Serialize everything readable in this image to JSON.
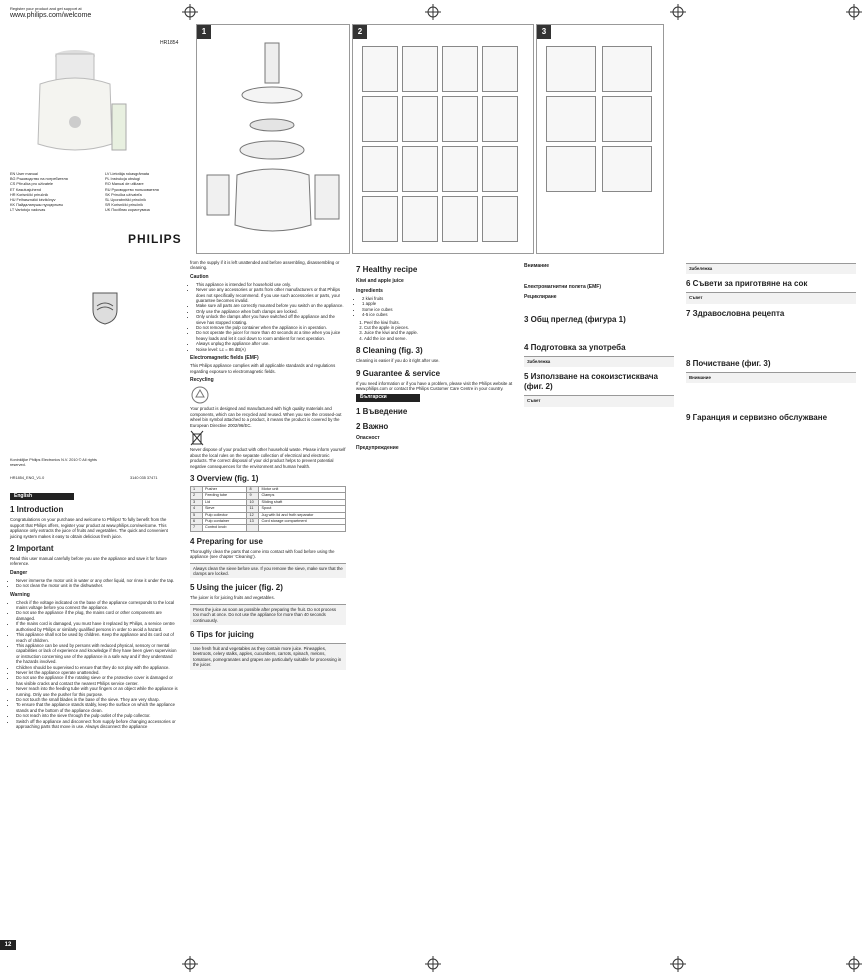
{
  "header": {
    "register_line": "Register your product and get support at",
    "url": "www.philips.com/welcome",
    "model": "HR1854",
    "brand": "PHILIPS",
    "footer_model_code": "HR1854_ENG_V1.0",
    "barcode_number": "3140 035 37471",
    "address": "Koninklijke Philips Electronics N.V. 2010 © All rights reserved."
  },
  "languages": [
    "EN User manual",
    "BG Ръководство на потребителя",
    "CS Příručka pro uživatele",
    "ET Kasutusjuhend",
    "HR Korisnički priručnik",
    "HU Felhasználói kézikönyv",
    "KK Пайдаланушы нұсқаулығы",
    "LT Vartotojo vadovas",
    "LV Lietotāja rokasgrāmata",
    "PL Instrukcja obsługi",
    "RO Manual de utilizare",
    "RU Руководство пользователя",
    "SK Príručka užívateľa",
    "SL Uporabniški priročnik",
    "SR Korisnički priručnik",
    "UK Посібник користувача"
  ],
  "step_badges": [
    "1",
    "2",
    "3"
  ],
  "english": {
    "tab": "English",
    "s1_title": "1   Introduction",
    "s1_p": "Congratulations on your purchase and welcome to Philips! To fully benefit from the support that Philips offers, register your product at www.philips.com/welcome. This appliance only extracts the juice of fruits and vegetables. The quick and convenient juicing system makes it easy to obtain delicious fresh juice.",
    "s2_title": "2   Important",
    "s2_p": "Read this user manual carefully before you use the appliance and save it for future reference.",
    "danger_label": "Danger",
    "danger": [
      "Never immerse the motor unit in water or any other liquid, nor rinse it under the tap.",
      "Do not clean the motor unit in the dishwasher."
    ],
    "warning_label": "Warning",
    "warning": [
      "Check if the voltage indicated on the base of the appliance corresponds to the local mains voltage before you connect the appliance.",
      "Do not use the appliance if the plug, the mains cord or other components are damaged.",
      "If the mains cord is damaged, you must have it replaced by Philips, a service centre authorised by Philips or similarly qualified persons in order to avoid a hazard.",
      "This appliance shall not be used by children. Keep the appliance and its cord out of reach of children.",
      "This appliance can be used by persons with reduced physical, sensory or mental capabilities or lack of experience and knowledge if they have been given supervision or instruction concerning use of the appliance in a safe way and if they understand the hazards involved.",
      "Children should be supervised to ensure that they do not play with the appliance.",
      "Never let the appliance operate unattended.",
      "Do not use the appliance if the rotating sieve or the protective cover is damaged or has visible cracks and contact the nearest Philips service center.",
      "Never reach into the feeding tube with your fingers or an object while the appliance is running. Only use the pusher for this purpose.",
      "Do not touch the small blades in the base of the sieve. They are very sharp.",
      "To ensure that the appliance stands stably, keep the surface on which the appliance stands and the bottom of the appliance clean.",
      "Do not reach into the sieve through the pulp outlet of the pulp collector.",
      "Switch off the appliance and disconnect from supply before changing accessories or approaching parts that move in use. Always disconnect the appliance"
    ],
    "col2_top": "from the supply if it is left unattended and before assembling, disassembling or cleaning.",
    "caution_label": "Caution",
    "caution": [
      "This appliance is intended for household use only.",
      "Never use any accessories or parts from other manufacturers or that Philips does not specifically recommend. If you use such accessories or parts, your guarantee becomes invalid.",
      "Make sure all parts are correctly mounted before you switch on the appliance.",
      "Only use the appliance when both clamps are locked.",
      "Only unlock the clamps after you have switched off the appliance and the sieve has stopped rotating.",
      "Do not remove the pulp container when the appliance is in operation.",
      "Do not operate the juicer for more than 40 seconds at a time when you juice heavy loads and let it cool down to room ambient for next operation.",
      "Always unplug the appliance after use.",
      "Noise level: Lc = 86 dB(A)"
    ],
    "emf_title": "Electromagnetic fields (EMF)",
    "emf_p": "This Philips appliance complies with all applicable standards and regulations regarding exposure to electromagnetic fields.",
    "recycle_title": "Recycling",
    "recycle_p": "Your product is designed and manufactured with high quality materials and components, which can be recycled and reused. When you see the crossed-out wheel bin symbol attached to a product, it means the product is covered by the European Directive 2002/96/EC.",
    "recycle_p2": "Never dispose of your product with other household waste. Please inform yourself about the local rules on the separate collection of electrical and electronic products. The correct disposal of your old product helps to prevent potential negative consequences for the environment and human health.",
    "s3_title": "3   Overview (fig. 1)",
    "overview": [
      [
        "1",
        "Pusher",
        "8",
        "Motor unit"
      ],
      [
        "2",
        "Feeding tube",
        "9",
        "Clamps"
      ],
      [
        "3",
        "Lid",
        "10",
        "Sliding shaft"
      ],
      [
        "4",
        "Sieve",
        "11",
        "Spout"
      ],
      [
        "5",
        "Pulp collector",
        "12",
        "Jug with lid and froth separator"
      ],
      [
        "6",
        "Pulp container",
        "13",
        "Cord storage compartment"
      ],
      [
        "7",
        "Control knob",
        "",
        ""
      ]
    ],
    "s4_title": "4   Preparing for use",
    "s4_p": "Thoroughly clean the parts that come into contact with food before using the appliance (see chapter 'Cleaning').",
    "s4_note": "Always clean the sieve before use. If you remove the sieve, make sure that the clamps are locked.",
    "s5_title": "5   Using the juicer (fig. 2)",
    "s5_p": "The juicer is for juicing fruits and vegetables.",
    "s5_note": "Press the juice as soon as possible after preparing the fruit. Do not process too much at once. Do not use the appliance for more than 40 seconds continuously.",
    "s6_title": "6   Tips for juicing",
    "s6_note": "Use fresh fruit and vegetables as they contain more juice. Pineapples, beetroots, celery stalks, apples, cucumbers, carrots, spinach, melons, tomatoes, pomegranates and grapes are particularly suitable for processing in the juicer.",
    "s7_title": "7   Healthy recipe",
    "s7_sub": "Kiwi and apple juice",
    "ingredients_label": "Ingredients",
    "ingredients": [
      "2 kiwi fruits",
      "1 apple",
      "Some ice cubes",
      "4-5 ice cubes"
    ],
    "steps": [
      "Peel the kiwi fruits.",
      "Cut the apple in pieces.",
      "Juice the kiwi and the apple.",
      "Add the ice and serve."
    ],
    "s8_title": "8   Cleaning (fig. 3)",
    "s8_p": "Cleaning is easier if you do it right after use.",
    "s9_title": "9   Guarantee & service",
    "s9_p": "If you need information or if you have a problem, please visit the Philips website at www.philips.com or contact the Philips Customer Care Centre in your country."
  },
  "bulgarian": {
    "tab": "Български",
    "s1_title": "1   Въведение",
    "s2_title": "2   Важно",
    "s3_title": "3   Общ преглед (фигура 1)",
    "s4_title": "4   Подготовка за употреба",
    "s5_title": "5   Използване на сокоизстисквача (фиг. 2)",
    "s6_title": "6   Съвети за приготвяне на сок",
    "s7_title": "7   Здравословна рецепта",
    "s8_title": "8   Почистване (фиг. 3)",
    "s9_title": "9   Гаранция и сервизно обслужване",
    "danger_label": "Опасност",
    "warning_label": "Предупреждение",
    "caution_label": "Внимание",
    "emf_title": "Електромагнитни полета (EMF)",
    "recycle_title": "Рециклиране",
    "note_label": "Забележка",
    "tip_label": "Съвет"
  },
  "page_number": "12"
}
